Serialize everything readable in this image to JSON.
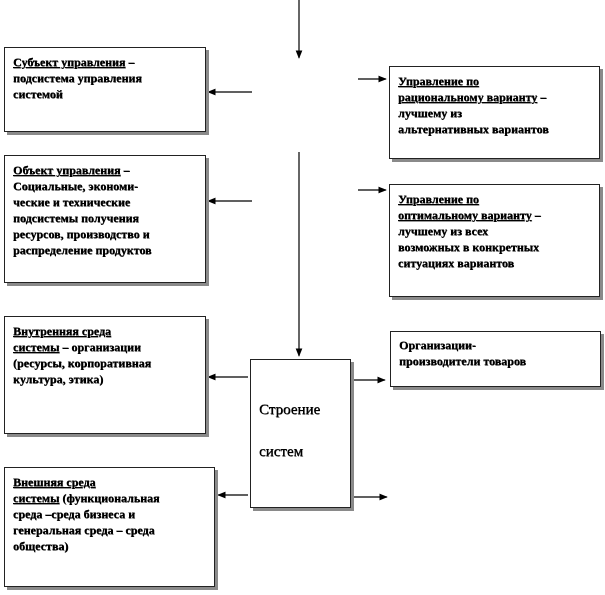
{
  "boxes": {
    "subject": {
      "title": "Субъект управления",
      "line1_rest": " –",
      "lines": [
        "подсистема управления",
        "системой"
      ]
    },
    "object": {
      "title": "Объект управления",
      "line1_rest": " –",
      "lines": [
        "Социальные, экономи-",
        "ческие и технические",
        "подсистемы получения",
        "ресурсов, производство и",
        "распределение продуктов"
      ]
    },
    "inner_env": {
      "title1": "Внутренняя среда",
      "title2": "системы",
      "line2_rest": " – организации",
      "lines": [
        "(ресурсы, корпоративная",
        "культура,  этика)"
      ]
    },
    "outer_env": {
      "title1": "Внешняя среда",
      "title2": "системы",
      "line2_rest": " (функциональная",
      "lines": [
        "среда  –среда бизнеса и",
        "генеральная среда – среда",
        "общества)"
      ]
    },
    "rational": {
      "title1": "Управление по",
      "title2": "рациональному варианту",
      "line2_rest": " –",
      "lines": [
        "лучшему  из",
        "альтернативных вариантов"
      ]
    },
    "optimal": {
      "title1": "Управление по",
      "title2": "оптимальному варианту",
      "line2_rest": " –",
      "lines": [
        "лучшему  из всех",
        "возможных в конкретных",
        "ситуациях вариантов"
      ]
    },
    "orgs": {
      "line1": "Организации-",
      "line2": "производители товаров"
    }
  },
  "center": {
    "line1": "Строение",
    "line2": "систем"
  }
}
